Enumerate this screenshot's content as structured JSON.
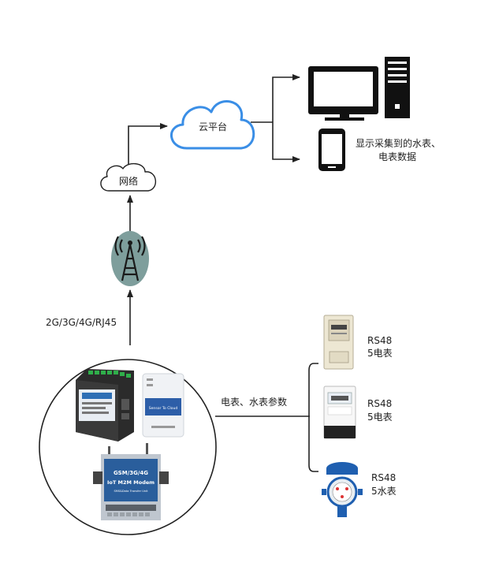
{
  "labels": {
    "cloud": "云平台",
    "network": "网络",
    "display_line1": "显示采集到的水表、",
    "display_line2": "电表数据",
    "link": "2G/3G/4G/RJ45",
    "meter_params": "电表、水表参数",
    "meter1_line1": "RS48",
    "meter1_line2": "5电表",
    "meter2_line1": "RS48",
    "meter2_line2": "5电表",
    "meter3_line1": "RS48",
    "meter3_line2": "5水表"
  },
  "devices": {
    "modem_title": "GSM/3G/4G",
    "modem_subtitle": "IoT M2M Modem",
    "modem_sub2": "SMS&Data Transfer Unit",
    "sensor_title": "Sensor To Cloud"
  },
  "colors": {
    "cloud_stroke": "#3a8ee6",
    "arrow": "#222222",
    "tower_bg": "#7e9e9c"
  }
}
